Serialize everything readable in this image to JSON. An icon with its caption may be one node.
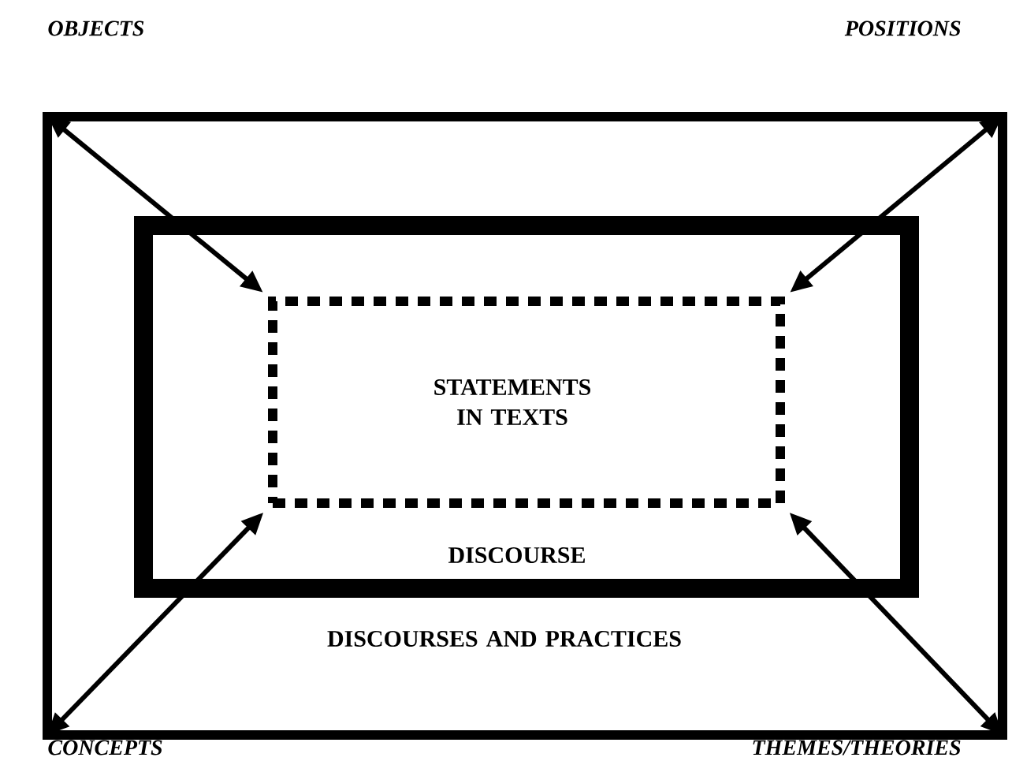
{
  "diagram": {
    "nodes": [
      {
        "text": [
          "DISCOURSES AND PRACTICES"
        ]
      },
      {
        "text": [
          "DISCOURSE"
        ],
        "in": 0
      },
      {
        "text": [
          "STATEMENTS IN TEXTS"
        ],
        "in": 1
      }
    ],
    "edges": [
      {
        "from": 0,
        "to": 2,
        "arrow": "both"
      },
      {
        "from": 0,
        "to": 2,
        "arrow": "both"
      },
      {
        "from": 0,
        "to": 2,
        "arrow": "both"
      },
      {
        "from": 0,
        "to": 2,
        "arrow": "both"
      }
    ],
    "labels": [
      "OBJECTS",
      "POSITIONS",
      "CONCEPTS",
      "THEMES/THEORIES"
    ]
  }
}
